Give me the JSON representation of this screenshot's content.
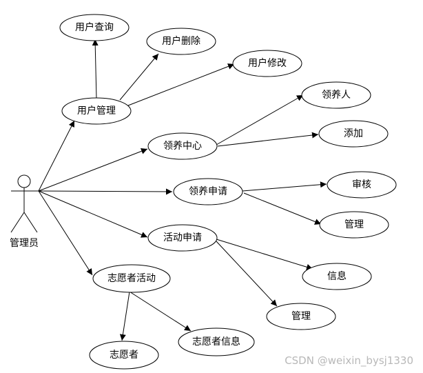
{
  "actor": {
    "label": "管理员"
  },
  "use_cases": {
    "yonghu_chaxun": "用户查询",
    "yonghu_shanchu": "用户删除",
    "yonghu_xiugai": "用户修改",
    "yonghu_guanli": "用户管理",
    "lingyangren": "领养人",
    "tianjia": "添加",
    "lingyang_zhongxin": "领养中心",
    "lingyang_shenqing": "领养申请",
    "shenhe": "审核",
    "guanli_1": "管理",
    "huodong_shenqing": "活动申请",
    "xinxi": "信息",
    "guanli_2": "管理",
    "zhiyuanzhe_huodong": "志愿者活动",
    "zhiyuanzhe_xinxi": "志愿者信息",
    "zhiyuanzhe": "志愿者"
  },
  "watermark": "CSDN @weixin_bysj1330"
}
